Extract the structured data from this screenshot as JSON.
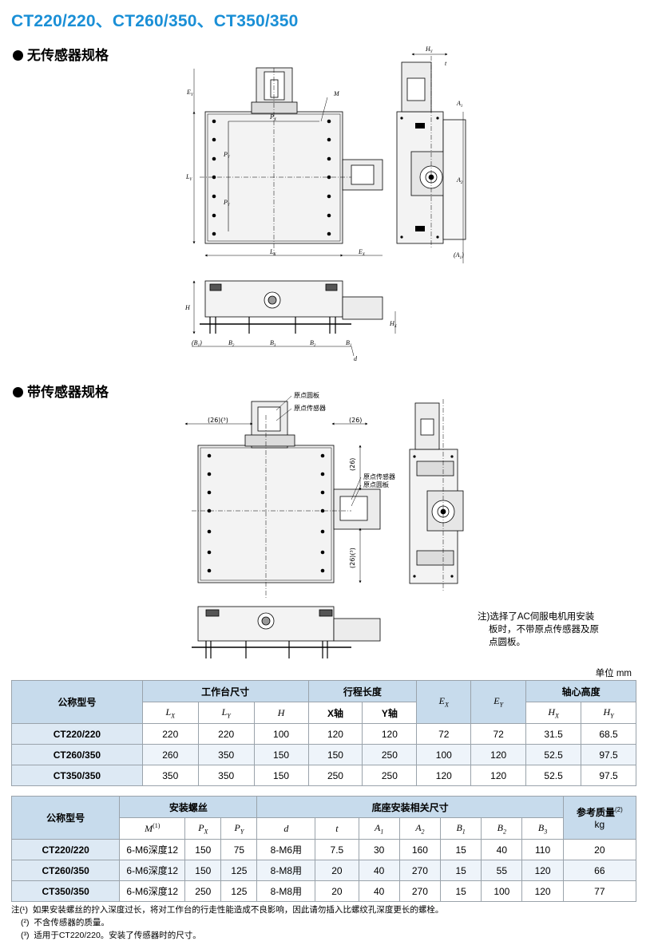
{
  "page": {
    "title": "CT220/220、CT260/350、CT350/350",
    "section1": "无传感器规格",
    "section2": "带传感器规格"
  },
  "drawing_labels": {
    "Hy": "H",
    "Hy_sub": "Y",
    "t": "t",
    "Ey": "E",
    "Ey_sub": "Y",
    "M": "M",
    "Px": "P",
    "Px_sub": "X",
    "Py": "P",
    "Py_sub": "Y",
    "Ly": "L",
    "Ly_sub": "Y",
    "Lx": "L",
    "Lx_sub": "X",
    "Ex": "E",
    "Ex_sub": "X",
    "A1": "A",
    "A1_sub": "1",
    "A2": "A",
    "A2_sub": "2",
    "A1p": "(A",
    "A1p_sub": "1",
    "A1p_close": ")",
    "H": "H",
    "Hx": "H",
    "Hx_sub": "X",
    "B1p": "(B",
    "B1p_sub": "1",
    "B1p_close": ")",
    "B2": "B",
    "B2_sub": "2",
    "B3": "B",
    "B3_sub": "3",
    "B1": "B",
    "B1_sub": "1",
    "d": "d",
    "origin_plate": "原点圆板",
    "origin_sensor": "原点传感器",
    "dim26_3": "(26)(³)",
    "dim26": "(26)",
    "dim26v": "(26)",
    "dim26v3": "(26)(³)"
  },
  "note": {
    "line1": "注)选择了AC伺服电机用安装",
    "line2": "板时，不带原点传感器及原",
    "line3": "点圆板。"
  },
  "unit": "单位  mm",
  "table1": {
    "h_model": "公称型号",
    "h_table_size": "工作台尺寸",
    "h_stroke": "行程长度",
    "h_ex": "E",
    "h_ex_sub": "X",
    "h_ey": "E",
    "h_ey_sub": "Y",
    "h_axis": "轴心高度",
    "s_lx": "L",
    "s_lx_sub": "X",
    "s_ly": "L",
    "s_ly_sub": "Y",
    "s_h": "H",
    "s_x": "X轴",
    "s_y": "Y轴",
    "s_hx": "H",
    "s_hx_sub": "X",
    "s_hy": "H",
    "s_hy_sub": "Y",
    "rows": [
      [
        "CT220/220",
        "220",
        "220",
        "100",
        "120",
        "120",
        "72",
        "72",
        "31.5",
        "68.5"
      ],
      [
        "CT260/350",
        "260",
        "350",
        "150",
        "150",
        "250",
        "100",
        "120",
        "52.5",
        "97.5"
      ],
      [
        "CT350/350",
        "350",
        "350",
        "150",
        "250",
        "250",
        "120",
        "120",
        "52.5",
        "97.5"
      ]
    ]
  },
  "table2": {
    "h_model": "公称型号",
    "h_bolt": "安装螺丝",
    "h_base": "底座安装相关尺寸",
    "h_mass": "参考质量",
    "h_mass_note": "(2)",
    "h_mass_unit": "kg",
    "s_m": "M",
    "s_m_note": "(1)",
    "s_px": "P",
    "s_px_sub": "X",
    "s_py": "P",
    "s_py_sub": "Y",
    "s_d": "d",
    "s_t": "t",
    "s_a1": "A",
    "s_a1_sub": "1",
    "s_a2": "A",
    "s_a2_sub": "2",
    "s_b1": "B",
    "s_b1_sub": "1",
    "s_b2": "B",
    "s_b2_sub": "2",
    "s_b3": "B",
    "s_b3_sub": "3",
    "rows": [
      [
        "CT220/220",
        "6-M6深度12",
        "150",
        "75",
        "8-M6用",
        "7.5",
        "30",
        "160",
        "15",
        "40",
        "110",
        "20"
      ],
      [
        "CT260/350",
        "6-M6深度12",
        "150",
        "125",
        "8-M8用",
        "20",
        "40",
        "270",
        "15",
        "55",
        "120",
        "66"
      ],
      [
        "CT350/350",
        "6-M6深度12",
        "250",
        "125",
        "8-M8用",
        "20",
        "40",
        "270",
        "15",
        "100",
        "120",
        "77"
      ]
    ]
  },
  "footnotes": {
    "f1_mark": "注(¹)",
    "f1": "如果安装螺丝的拧入深度过长，将对工作台的行走性能造成不良影响，因此请勿插入比螺纹孔深度更长的螺栓。",
    "f2_mark": "(²)",
    "f2": "不含传感器的质量。",
    "f3_mark": "(³)",
    "f3": "适用于CT220/220。安装了传感器时的尺寸。"
  }
}
